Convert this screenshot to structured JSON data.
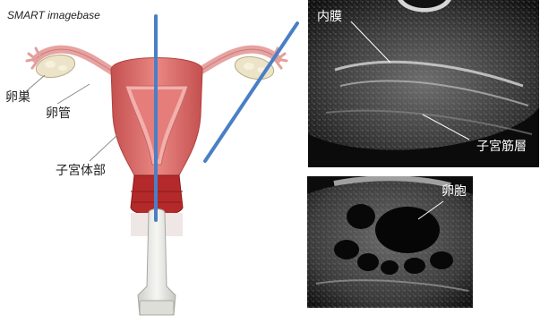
{
  "watermark": "SMART imagebase",
  "labels": {
    "ovary": "卵巣",
    "fallopian_tube": "卵管",
    "uterine_body": "子宮体部",
    "endometrium": "内膜",
    "myometrium": "子宮筋層",
    "follicle": "卵胞"
  },
  "colors": {
    "probe_line": "#4a7fc6",
    "uterus_wall": "#d96a6a",
    "cavity": "#e98b8b",
    "cervix": "#b42a2a",
    "tube": "#e7a3a1",
    "ovary": "#ece3c8",
    "probe": "#e7e7e2"
  }
}
